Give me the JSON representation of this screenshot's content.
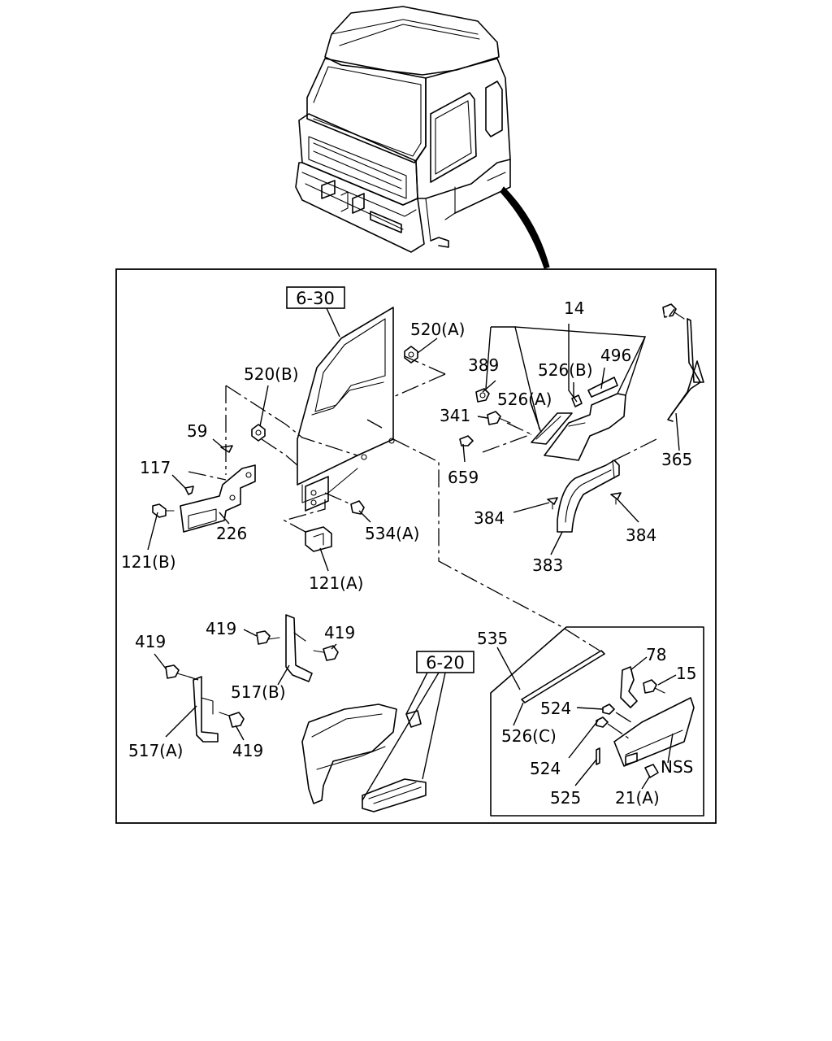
{
  "diagram": {
    "ref_boxes": [
      "6-30",
      "6-20"
    ],
    "callouts": [
      "341",
      "14",
      "520(A)",
      "496",
      "389",
      "526(B)",
      "520(B)",
      "526(A)",
      "341",
      "59",
      "659",
      "365",
      "117",
      "384",
      "384",
      "226",
      "534(A)",
      "121(B)",
      "383",
      "121(A)",
      "419",
      "419",
      "419",
      "535",
      "78",
      "15",
      "517(B)",
      "524",
      "517(A)",
      "419",
      "526(C)",
      "524",
      "NSS",
      "525",
      "21(A)"
    ]
  }
}
